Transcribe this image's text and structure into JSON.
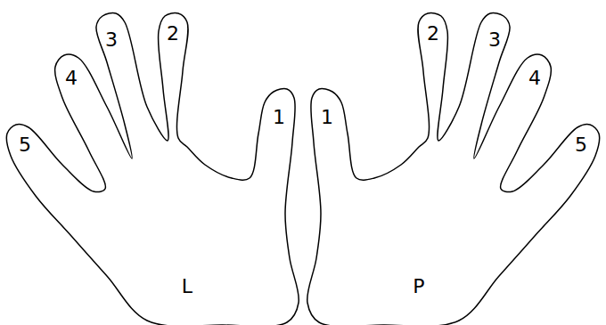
{
  "diagram": {
    "labels": [
      "5",
      "4",
      "3",
      "2",
      "1",
      "L",
      "1",
      "2",
      "3",
      "4",
      "5",
      "P"
    ]
  }
}
